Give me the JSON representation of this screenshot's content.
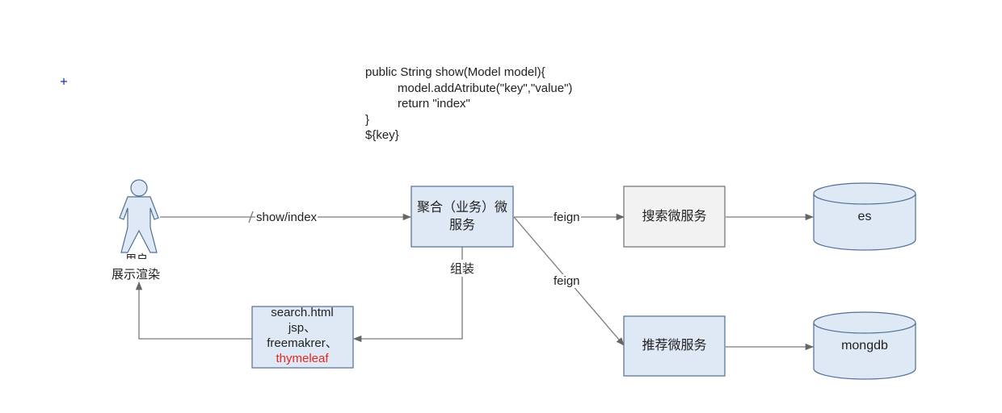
{
  "code": {
    "line1": "public String show(Model model){",
    "line2": "model.addAtribute(\"key\",\"value\")",
    "line3": "return \"index\"",
    "line4": "}",
    "line5": "${key}"
  },
  "user": {
    "label_overlap": "用户",
    "label": "展示渲染"
  },
  "edges": {
    "show_index": "show/index",
    "feign_search": "feign",
    "feign_recommend": "feign",
    "assemble": "组装"
  },
  "nodes": {
    "aggregate": "聚合（业务）微服务",
    "search_service": "搜索微服务",
    "recommend_service": "推荐微服务",
    "es": "es",
    "mongodb": "mongdb"
  },
  "templates": {
    "line1": "search.html",
    "line2": "jsp、",
    "line3": "freemakrer、",
    "line4": "thymeleaf"
  },
  "colors": {
    "box_blue": "#dfe8f5",
    "box_gray": "#f2f2f2",
    "stroke": "#4f6f96",
    "line": "#7a7a7a",
    "highlight": "#e8261f"
  }
}
